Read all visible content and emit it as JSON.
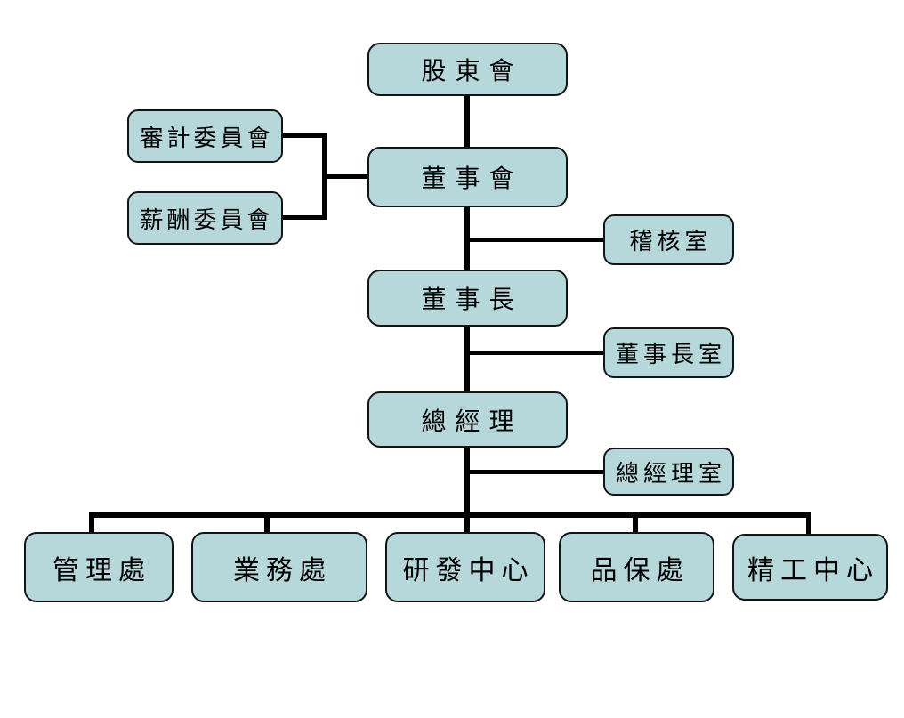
{
  "diagram": {
    "type": "org-chart",
    "background": "#ffffff",
    "node_fill": "#b7d8db",
    "node_border_color": "#141414",
    "connector_color": "#000000",
    "nodes": {
      "shareholders_meeting": {
        "label": "股東會"
      },
      "audit_committee": {
        "label": "審計委員會"
      },
      "compensation_committee": {
        "label": "薪酬委員會"
      },
      "board_of_directors": {
        "label": "董事會"
      },
      "audit_office": {
        "label": "稽核室"
      },
      "chairman": {
        "label": "董事長"
      },
      "chairman_office": {
        "label": "董事長室"
      },
      "general_manager": {
        "label": "總經理"
      },
      "general_manager_office": {
        "label": "總經理室"
      },
      "management_division": {
        "label": "管理處"
      },
      "business_division": {
        "label": "業務處"
      },
      "rd_center": {
        "label": "研發中心"
      },
      "quality_assurance_division": {
        "label": "品保處"
      },
      "precision_center": {
        "label": "精工中心"
      }
    },
    "edges": [
      {
        "from": "股東會",
        "to": "董事會"
      },
      {
        "from": "審計委員會",
        "to": "董事會"
      },
      {
        "from": "薪酬委員會",
        "to": "董事會"
      },
      {
        "from": "董事會",
        "to": "稽核室"
      },
      {
        "from": "董事會",
        "to": "董事長"
      },
      {
        "from": "董事長",
        "to": "董事長室"
      },
      {
        "from": "董事長",
        "to": "總經理"
      },
      {
        "from": "總經理",
        "to": "總經理室"
      },
      {
        "from": "總經理",
        "to": "管理處"
      },
      {
        "from": "總經理",
        "to": "業務處"
      },
      {
        "from": "總經理",
        "to": "研發中心"
      },
      {
        "from": "總經理",
        "to": "品保處"
      },
      {
        "from": "總經理",
        "to": "精工中心"
      }
    ]
  }
}
